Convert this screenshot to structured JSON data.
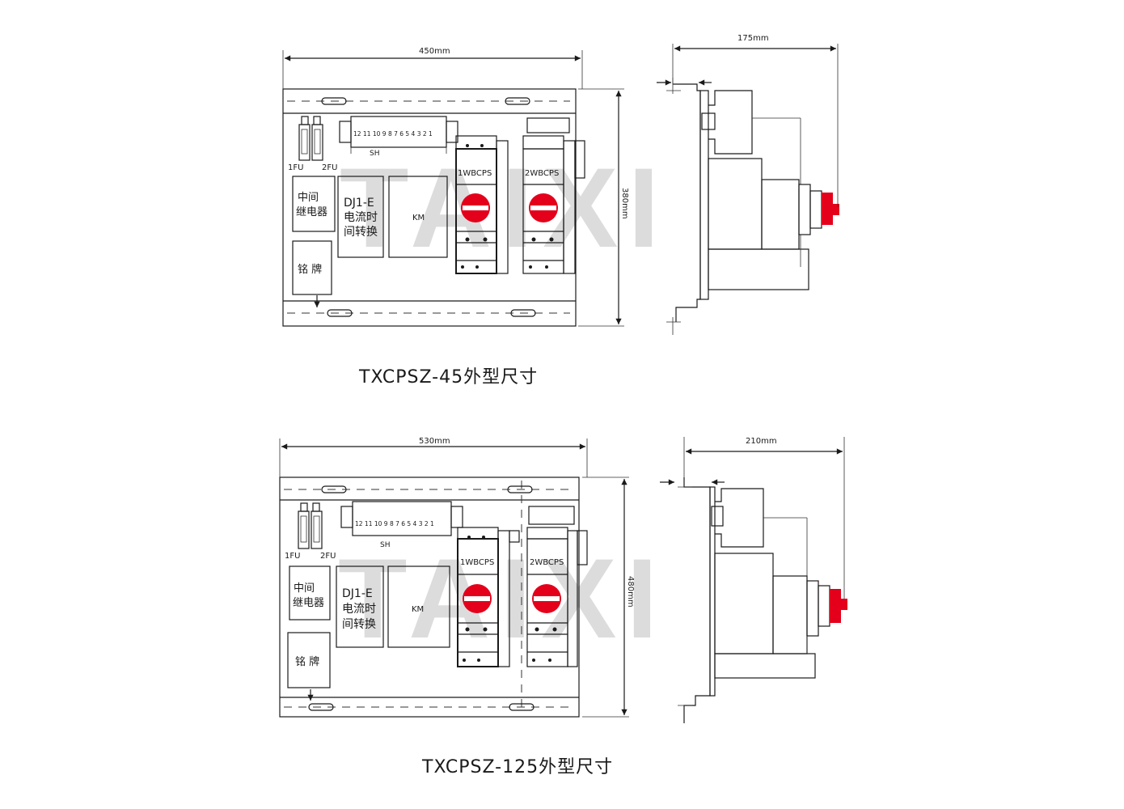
{
  "watermark": "TAIXI",
  "accent_color": "#e4001b",
  "drawings": [
    {
      "title": "TXCPSZ-45外型尺寸",
      "width_dim": "450mm",
      "height_dim": "380mm",
      "depth_dim": "175mm",
      "labels": {
        "fuse1": "1FU",
        "fuse2": "2FU",
        "relay_l1": "中间",
        "relay_l2": "继电器",
        "plate": "铭 牌",
        "dj_l1": "DJ1-E",
        "dj_l2": "电流时",
        "dj_l3": "间转换",
        "km": "KM",
        "sh": "SH",
        "terminals": "12 11 10 9 8 7 6 5 4 3 2 1",
        "breaker1": "1WBCPS",
        "breaker2": "2WBCPS"
      }
    },
    {
      "title": "TXCPSZ-125外型尺寸",
      "width_dim": "530mm",
      "height_dim": "480mm",
      "depth_dim": "210mm",
      "labels": {
        "fuse1": "1FU",
        "fuse2": "2FU",
        "relay_l1": "中间",
        "relay_l2": "继电器",
        "plate": "铭 牌",
        "dj_l1": "DJ1-E",
        "dj_l2": "电流时",
        "dj_l3": "间转换",
        "km": "KM",
        "sh": "SH",
        "terminals": "12 11 10 9 8 7 6 5 4 3 2 1",
        "breaker1": "1WBCPS",
        "breaker2": "2WBCPS"
      }
    }
  ]
}
